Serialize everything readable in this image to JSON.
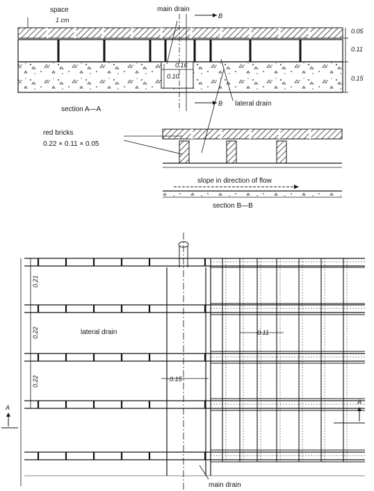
{
  "labels": {
    "space": "space",
    "space_dim": "1 cm",
    "main_drain_top": "main drain",
    "arrow_b_top": "B",
    "arrow_b_bottom": "B",
    "dim_005": "0.05",
    "dim_011": "0.11",
    "dim_015": "0.15",
    "dim_016": "0.16",
    "dim_010": "0.10",
    "lateral_drain_top": "lateral drain",
    "section_aa": "section A—A",
    "red_bricks": "red bricks",
    "brick_size": "0.22 × 0.11 × 0.05",
    "slope": "slope in direction of flow",
    "section_bb": "section B—B",
    "dim_021": "0.21",
    "dim_022a": "0.22",
    "dim_022b": "0.22",
    "lateral_drain_plan": "lateral drain",
    "dim_011_plan": "0.11",
    "dim_015_plan": "0.15",
    "arrow_a_left": "A",
    "arrow_a_right": "A",
    "main_drain_plan": "main drain"
  }
}
